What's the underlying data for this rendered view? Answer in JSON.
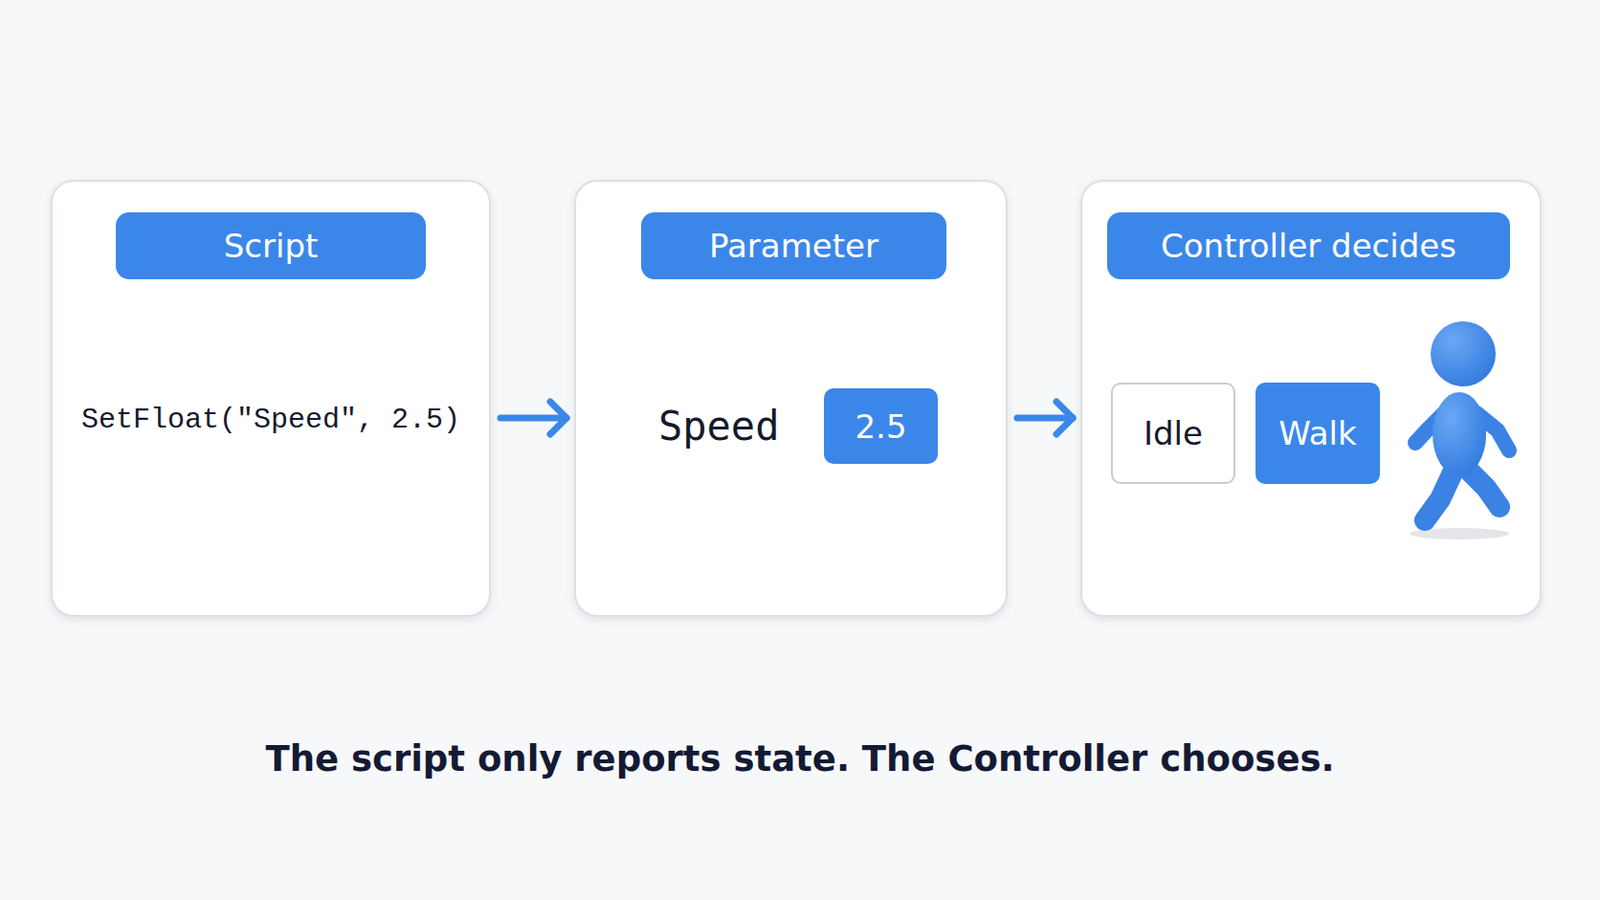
{
  "diagram": {
    "caption": "The script only reports state. The Controller chooses.",
    "nodes": [
      {
        "text": [
          "Script",
          "SetFloat(\"Speed\", 2.5)"
        ]
      },
      {
        "text": [
          "Parameter",
          "Speed"
        ]
      },
      {
        "text": [
          "2.5"
        ],
        "in": 1
      },
      {
        "text": [
          "Controller decides"
        ]
      },
      {
        "text": [
          "Idle"
        ],
        "in": 3
      },
      {
        "text": [
          "Walk"
        ],
        "in": 3
      }
    ],
    "edges": [
      {
        "from": 0,
        "to": 1,
        "arrow": "to"
      },
      {
        "from": 1,
        "to": 3,
        "arrow": "to"
      }
    ]
  }
}
